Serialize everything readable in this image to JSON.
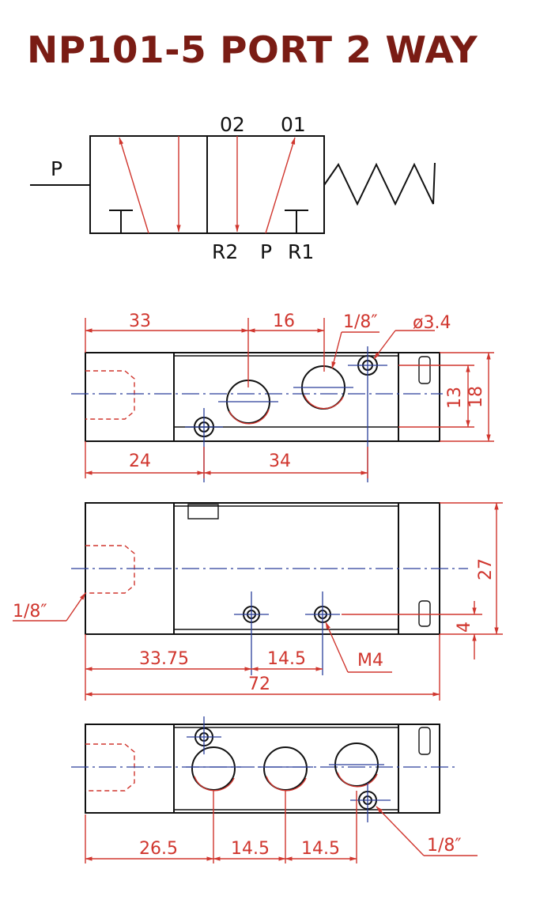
{
  "title": "NP101-5 PORT 2 WAY",
  "symbol": {
    "top_ports": [
      "02",
      "01"
    ],
    "left_port": "P",
    "bottom_ports": [
      "R2",
      "P",
      "R1"
    ]
  },
  "views": {
    "top": {
      "dims": [
        "33",
        "16",
        "1/8″",
        "ø3.4",
        "13",
        "18",
        "24",
        "34"
      ]
    },
    "side": {
      "dims": [
        "27",
        "1/8″",
        "4",
        "33.75",
        "14.5",
        "M4",
        "72"
      ]
    },
    "bottom": {
      "dims": [
        "26.5",
        "14.5",
        "14.5",
        "1/8″"
      ]
    }
  },
  "colors": {
    "title": "#7a1c14",
    "dimension": "#d0362e",
    "centerline": "#2a3f9a",
    "outline": "#111111"
  }
}
